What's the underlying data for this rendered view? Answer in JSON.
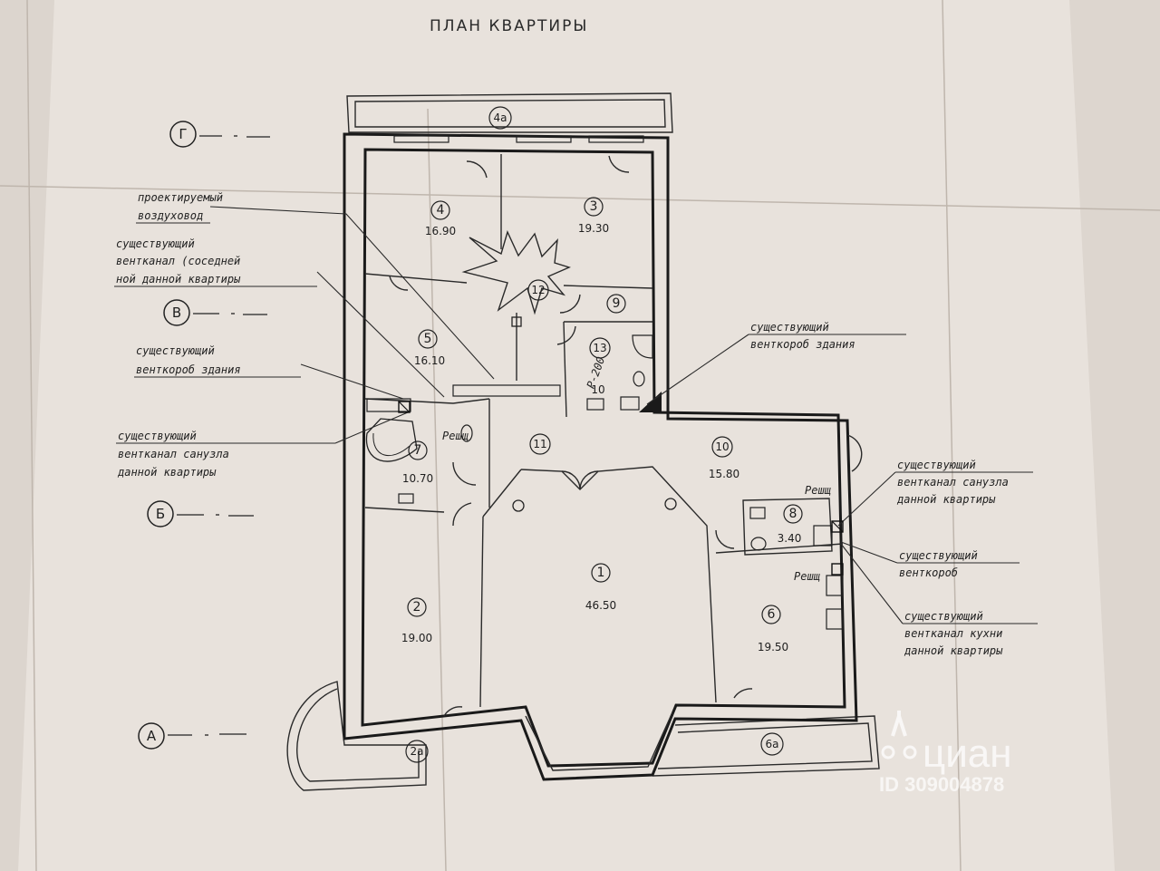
{
  "title": "ПЛАН КВАРТИРЫ",
  "axes": [
    {
      "id": "g",
      "label": "Г"
    },
    {
      "id": "v",
      "label": "В"
    },
    {
      "id": "b",
      "label": "Б"
    },
    {
      "id": "a",
      "label": "А"
    }
  ],
  "rooms": [
    {
      "id": "r1",
      "num": "1",
      "area": "46.50"
    },
    {
      "id": "r2",
      "num": "2",
      "area": "19.00"
    },
    {
      "id": "r3",
      "num": "3",
      "area": "19.30"
    },
    {
      "id": "r4",
      "num": "4",
      "area": "16.90"
    },
    {
      "id": "r5",
      "num": "5",
      "area": "16.10"
    },
    {
      "id": "r6",
      "num": "6",
      "area": "19.50"
    },
    {
      "id": "r7",
      "num": "7",
      "area": "10.70"
    },
    {
      "id": "r8",
      "num": "8",
      "area": "3.40"
    },
    {
      "id": "r9",
      "num": "9",
      "area": ""
    },
    {
      "id": "r10",
      "num": "10",
      "area": "15.80"
    },
    {
      "id": "r11",
      "num": "11",
      "area": ""
    },
    {
      "id": "r12",
      "num": "12",
      "area": ""
    },
    {
      "id": "r13",
      "num": "13",
      "area": "10"
    },
    {
      "id": "r2a",
      "num": "2а",
      "area": ""
    },
    {
      "id": "r4a",
      "num": "4а",
      "area": ""
    },
    {
      "id": "r6a",
      "num": "6а",
      "area": ""
    }
  ],
  "notes": {
    "proj_duct": [
      "проектируемый",
      "воздуховод"
    ],
    "exist_vent_neighbor": [
      "существующий",
      "вентканал (соседней",
      "ной данной квартиры"
    ],
    "exist_box_left": [
      "существующий",
      "венткороб здания"
    ],
    "exist_vent_bath_left": [
      "существующий",
      "вентканал санузла",
      "данной квартиры"
    ],
    "exist_box_top": [
      "существующий",
      "венткороб здания"
    ],
    "exist_vent_bath_right": [
      "существующий",
      "вентканал санузла",
      "данной квартиры"
    ],
    "exist_box_right": [
      "существующий",
      "венткороб"
    ],
    "exist_vent_kitchen": [
      "существующий",
      "вентканал кухни",
      "данной квартиры"
    ],
    "reshetka_1": "Решщ",
    "reshetka_2": "Решщ",
    "reshetka_3": "Решщ",
    "p200": "Р-200"
  },
  "watermark": {
    "brand": "циан",
    "id": "ID 309004878"
  }
}
